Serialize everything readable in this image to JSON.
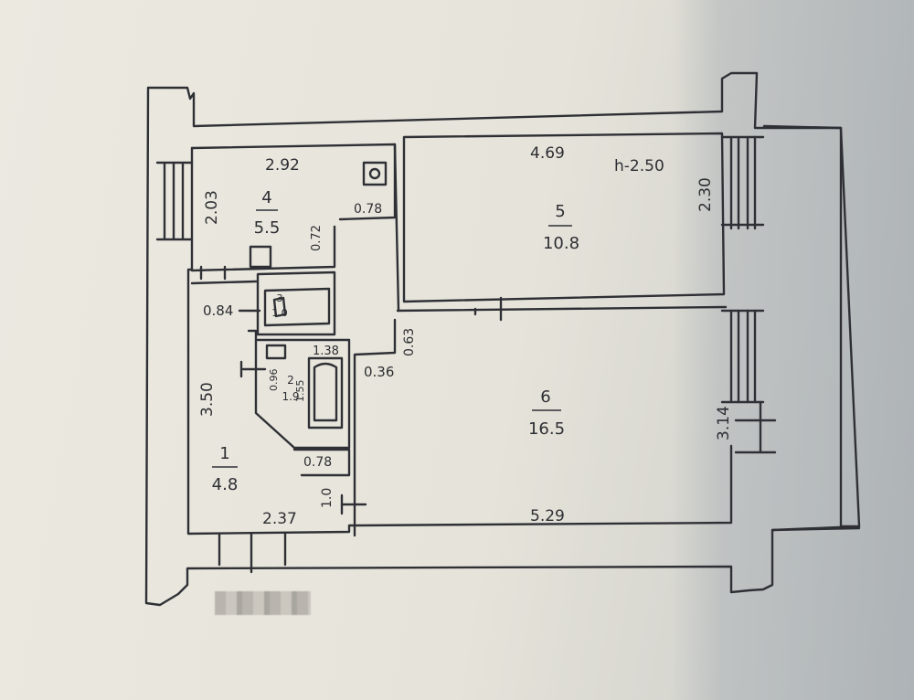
{
  "plan": {
    "ceiling_height": "h-2.50",
    "rooms": [
      {
        "number": "4",
        "area": "5.5"
      },
      {
        "number": "5",
        "area": "10.8"
      },
      {
        "number": "6",
        "area": "16.5"
      },
      {
        "number": "1",
        "area": "4.8"
      },
      {
        "number": "2",
        "area": "1.9"
      },
      {
        "number": "3",
        "area": "1.0"
      }
    ],
    "dimensions": {
      "kitchen_width": "2.92",
      "kitchen_depth": "2.03",
      "kitchen_nook": "0.78",
      "kitchen_gap": "0.72",
      "room5_width": "4.69",
      "room5_depth": "2.30",
      "hall_gap": "0.84",
      "hall_depth": "3.50",
      "hall_width": "2.37",
      "bath_width": "1.38",
      "bath_small": "0.96",
      "bath_depth": "1.55",
      "wc_width": "0.78",
      "wc_door": "1.0",
      "door_36": "0.36",
      "door_63": "0.63",
      "room6_width": "5.29",
      "room6_depth": "3.14"
    }
  }
}
